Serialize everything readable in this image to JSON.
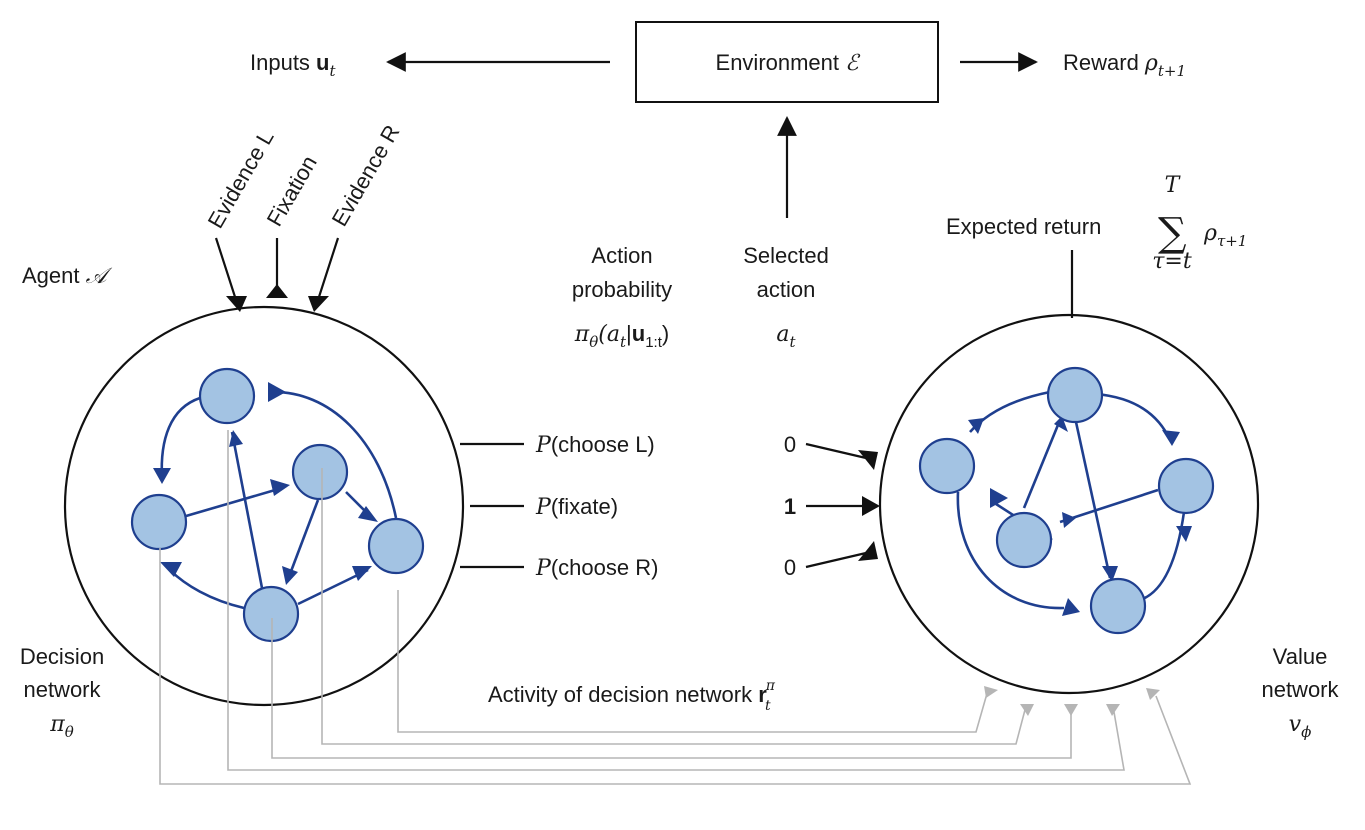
{
  "environment": {
    "label": "Environment ",
    "symbol": "ℰ"
  },
  "inputs": {
    "label": "Inputs ",
    "symbol": "u",
    "sub": "t"
  },
  "reward": {
    "label": "Reward ",
    "symbol": "ρ",
    "sub": "t+1"
  },
  "agent": {
    "label": "Agent ",
    "symbol": "𝒜"
  },
  "evidence_inputs": [
    "Evidence L",
    "Fixation",
    "Evidence R"
  ],
  "action_probability": {
    "line1": "Action",
    "line2": "probability",
    "pi": "π",
    "pisub": "θ",
    "args": "(a",
    "argsub": "t",
    "bar": "|",
    "u": "u",
    "usub": "1:t",
    "close": ")"
  },
  "selected_action": {
    "line1": "Selected",
    "line2": "action",
    "symbol": "a",
    "sub": "t"
  },
  "expected_return": {
    "label": "Expected return",
    "sum": "∑",
    "upper": "T",
    "lower": "τ=t",
    "rho": "ρ",
    "rhosub": "τ+1"
  },
  "outputs": [
    {
      "p": "P",
      "label": "(choose L)",
      "value": "0"
    },
    {
      "p": "P",
      "label": "(fixate)",
      "value": "1"
    },
    {
      "p": "P",
      "label": "(choose R)",
      "value": "0"
    }
  ],
  "decision_network": {
    "line1": "Decision",
    "line2": "network",
    "symbol": "π",
    "sub": "θ"
  },
  "value_network": {
    "line1": "Value",
    "line2": "network",
    "symbol": "v",
    "sub": "ϕ"
  },
  "activity": {
    "label": "Activity of decision network ",
    "symbol": "r",
    "sub": "t",
    "sup": "π"
  },
  "colors": {
    "node_fill": "#a3c3e3",
    "node_stroke": "#1f3f8f",
    "connector_gray": "#b5b5b5"
  }
}
